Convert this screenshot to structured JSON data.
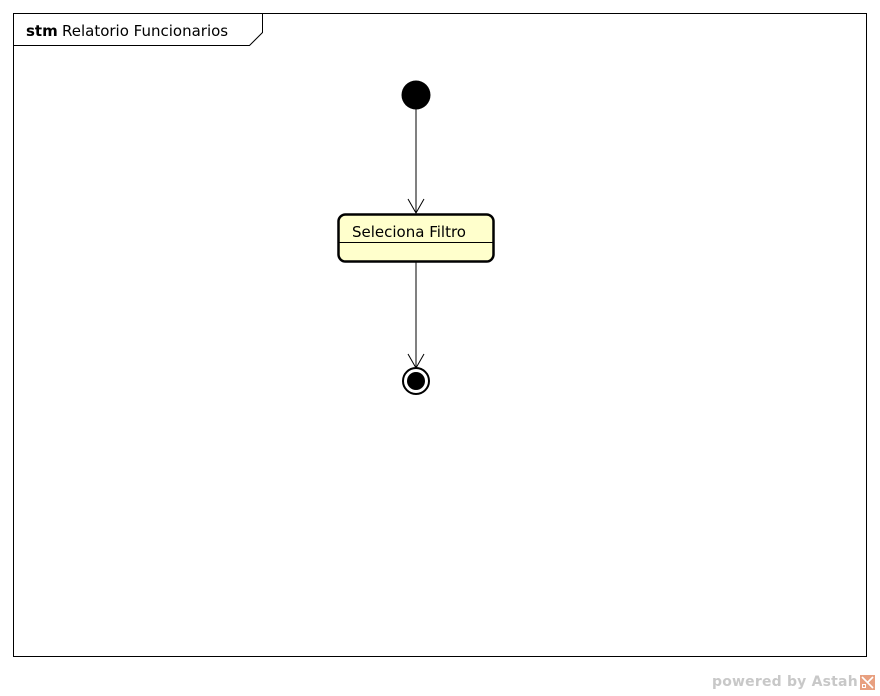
{
  "frame": {
    "keyword": "stm",
    "name": "Relatorio Funcionarios"
  },
  "states": [
    {
      "label": "Seleciona Filtro"
    }
  ],
  "watermark": {
    "text": "powered by Astah"
  },
  "colors": {
    "state_fill": "#ffffcc",
    "stroke": "#000000",
    "watermark": "#c8c8c8",
    "logo_accent": "#e8a080"
  }
}
